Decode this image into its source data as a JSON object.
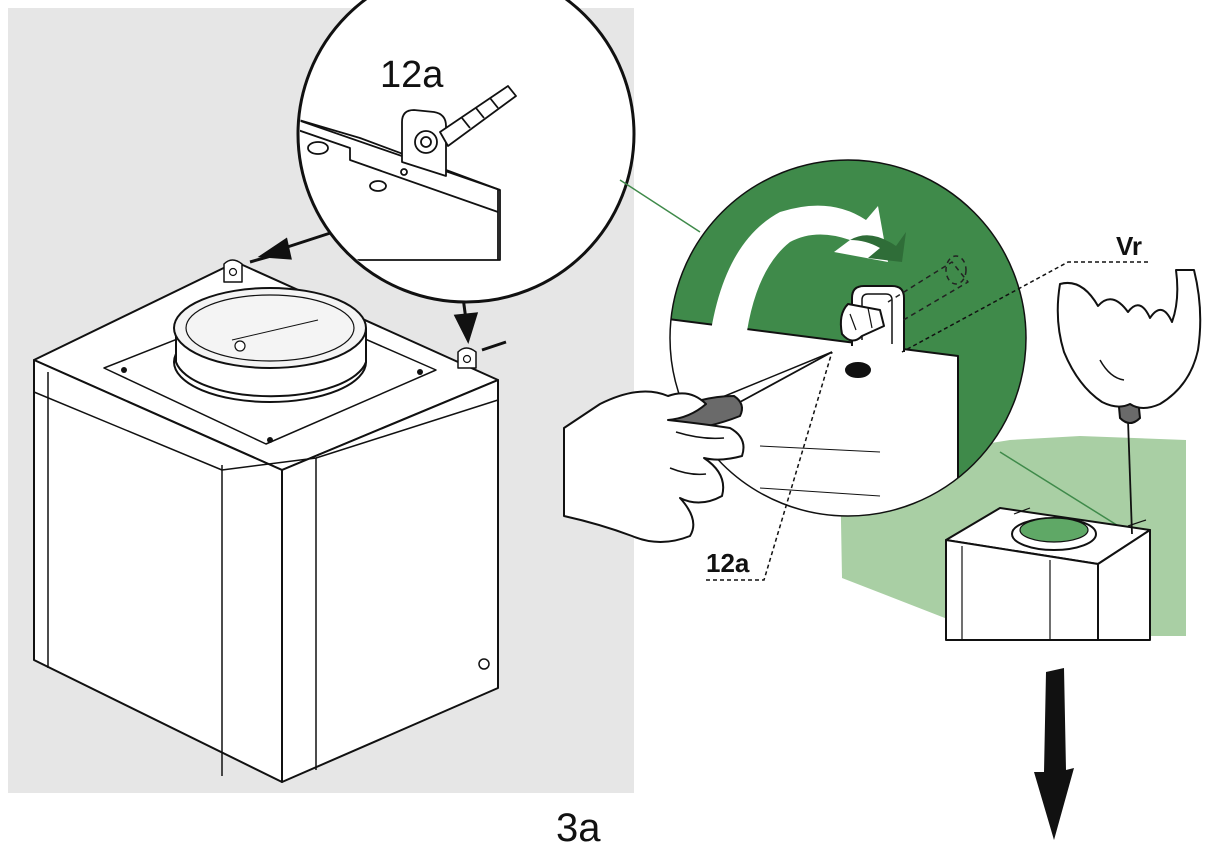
{
  "labels": {
    "zoom_callout": "12a",
    "screw_callout": "Vr",
    "bracket_callout": "12a",
    "figure_number": "3a"
  },
  "colors": {
    "panel_background": "#e6e6e6",
    "green_dark": "#3f8a4a",
    "green_light": "#a9cfa4",
    "line": "#111111",
    "white": "#ffffff"
  },
  "icons": {
    "mounting_arrow": "arrow-down",
    "rotation_arrow": "curved-arrow-clockwise",
    "direction_arrow": "arrow-down"
  }
}
